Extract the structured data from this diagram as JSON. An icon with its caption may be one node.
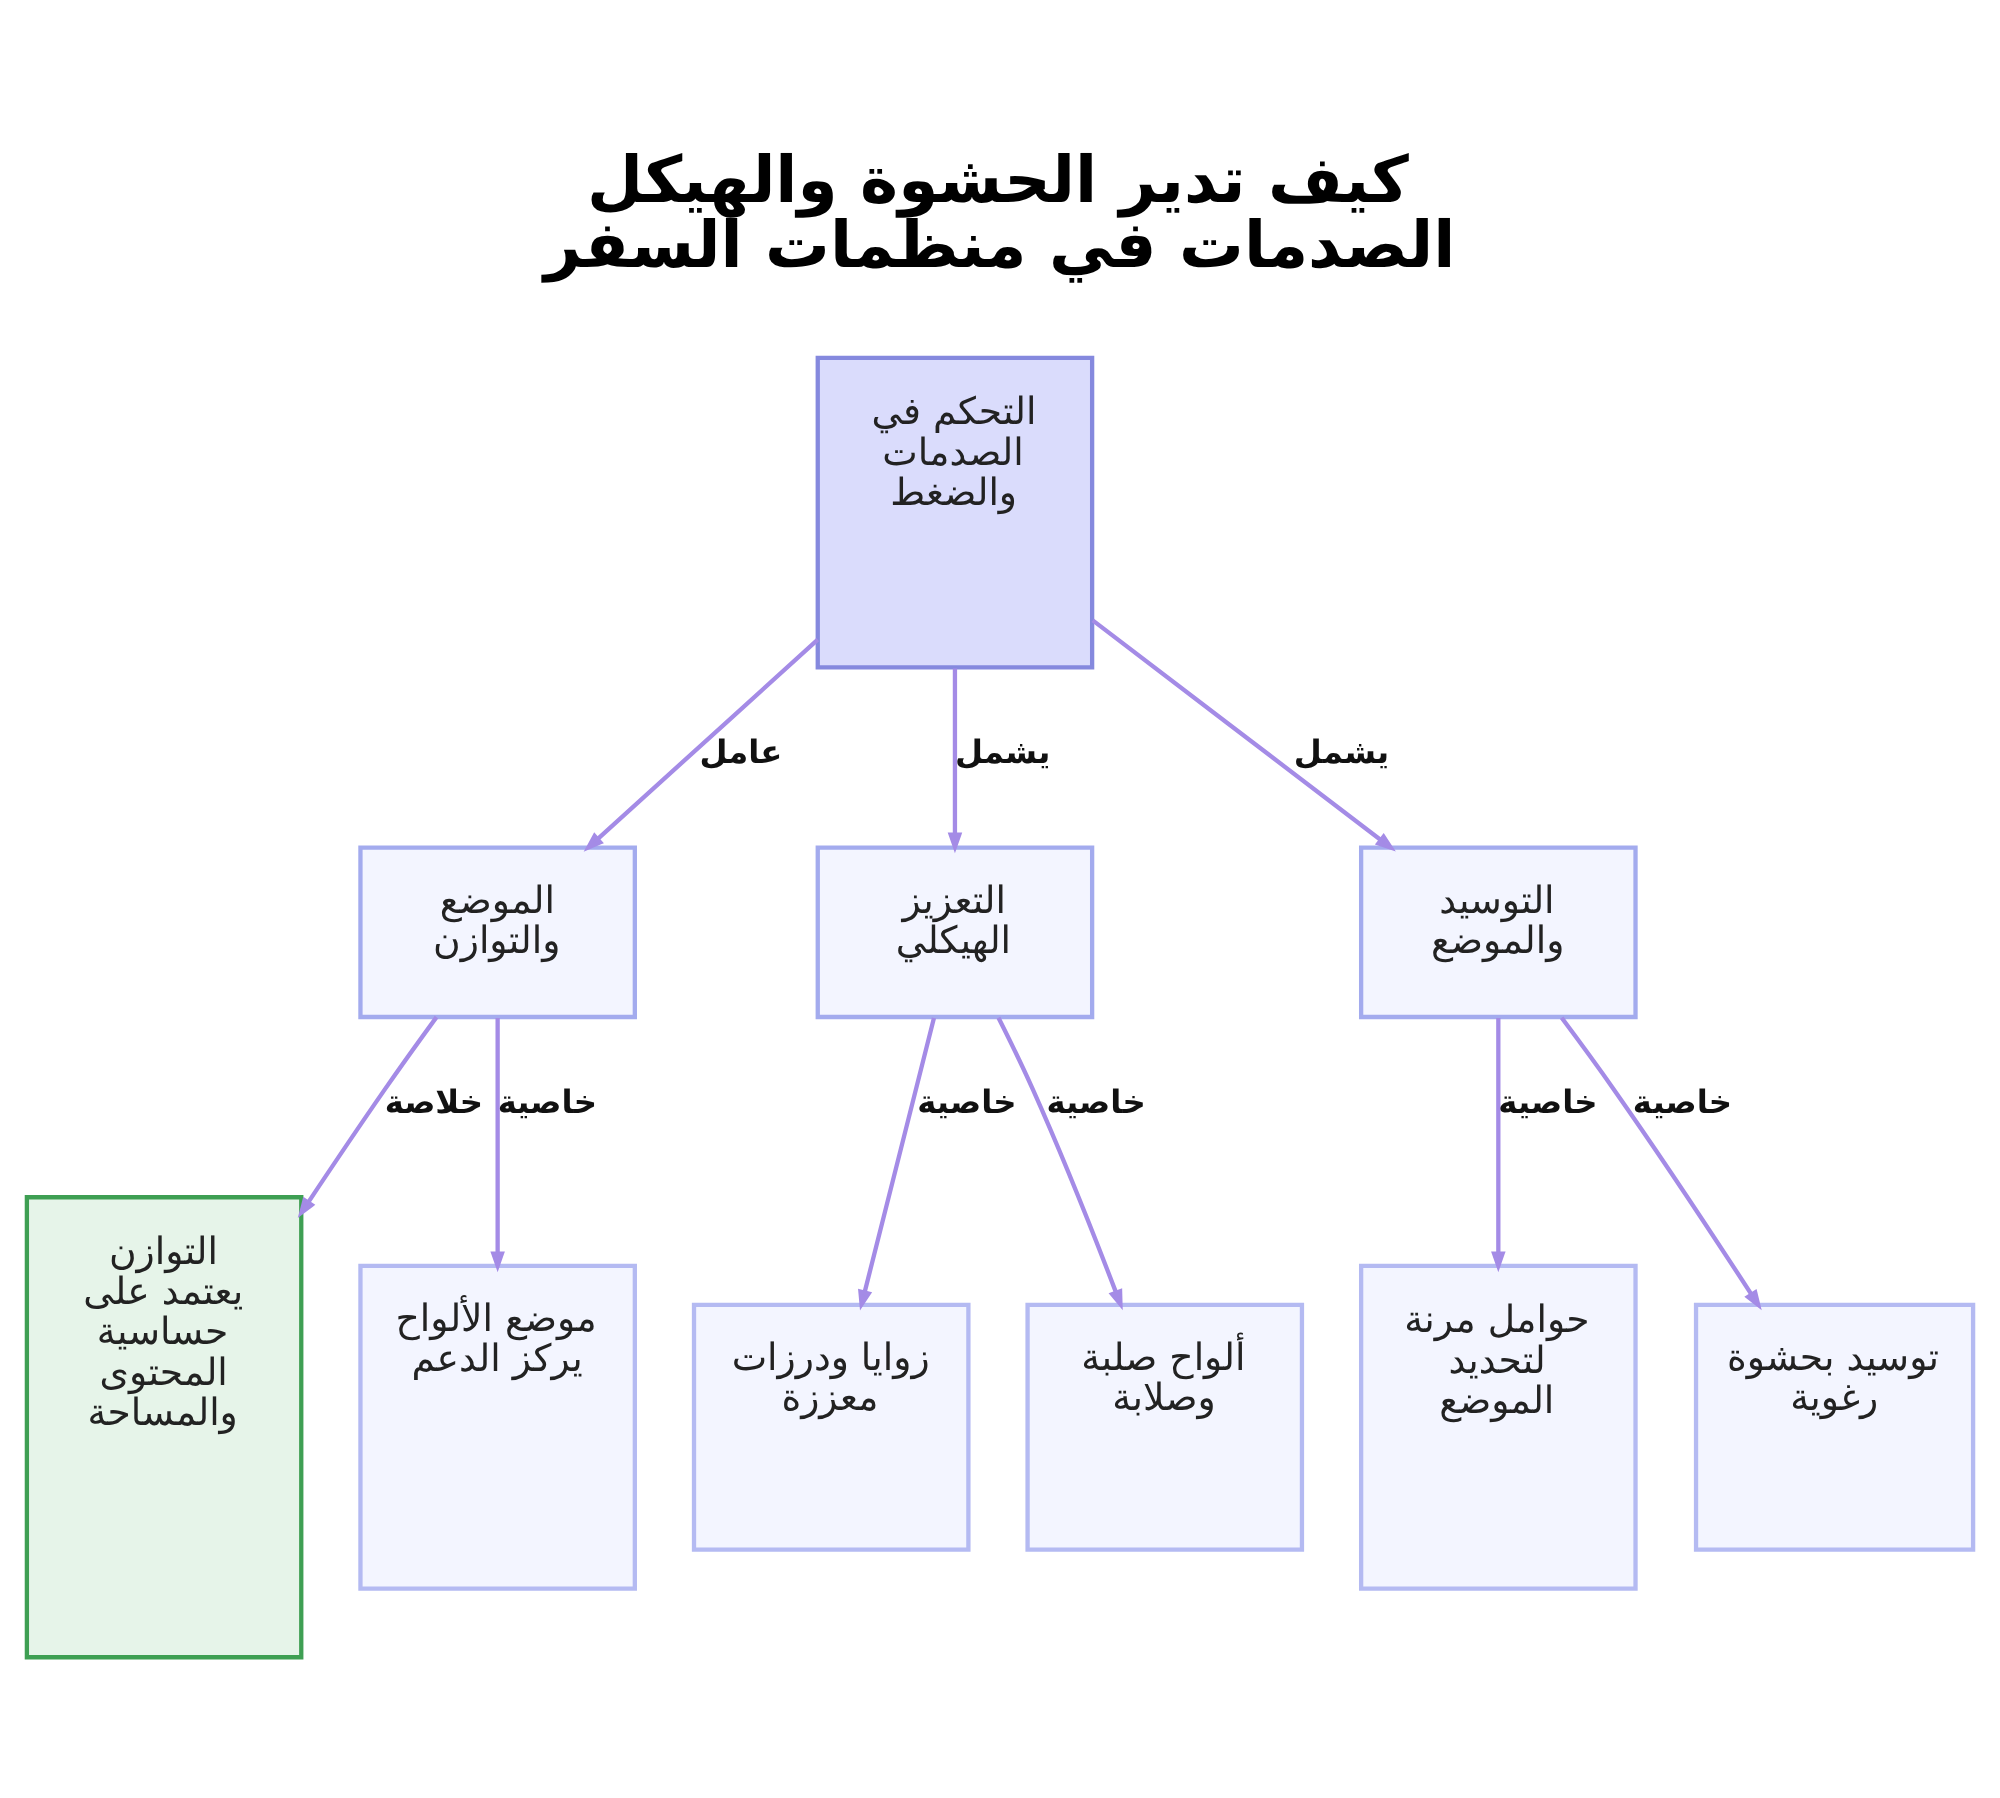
{
  "diagram": {
    "title": "كيف تدير الحشوة والهيكل الصدمات في منظمات السفر",
    "nodes": [
      {
        "text": [
          "التحكم في الصدمات والضغط"
        ]
      },
      {
        "text": [
          "التوسيد والموضع"
        ]
      },
      {
        "text": [
          "التعزيز الهيكلي"
        ]
      },
      {
        "text": [
          "الموضع والتوازن"
        ]
      },
      {
        "text": [
          "توسيد بحشوة رغوية"
        ]
      },
      {
        "text": [
          "حوامل مرنة لتحديد الموضع"
        ]
      },
      {
        "text": [
          "ألواح صلبة وصلابة"
        ]
      },
      {
        "text": [
          "زوايا ودرزات معززة"
        ]
      },
      {
        "text": [
          "موضع الألواح يركز الدعم"
        ]
      },
      {
        "text": [
          "التوازن يعتمد على حساسية المحتوى والمساحة"
        ]
      }
    ],
    "edges": [
      {
        "from": 0,
        "to": 1,
        "arrow": "to",
        "label": "يشمل"
      },
      {
        "from": 0,
        "to": 2,
        "arrow": "to",
        "label": "يشمل"
      },
      {
        "from": 0,
        "to": 3,
        "arrow": "to",
        "label": "عامل"
      },
      {
        "from": 1,
        "to": 4,
        "arrow": "to",
        "label": "خاصية"
      },
      {
        "from": 1,
        "to": 5,
        "arrow": "to",
        "label": "خاصية"
      },
      {
        "from": 2,
        "to": 6,
        "arrow": "to",
        "label": "خاصية"
      },
      {
        "from": 2,
        "to": 7,
        "arrow": "to",
        "label": "خاصية"
      },
      {
        "from": 3,
        "to": 8,
        "arrow": "to",
        "label": "خاصية"
      },
      {
        "from": 3,
        "to": 9,
        "arrow": "to",
        "label": "خلاصة"
      }
    ]
  }
}
